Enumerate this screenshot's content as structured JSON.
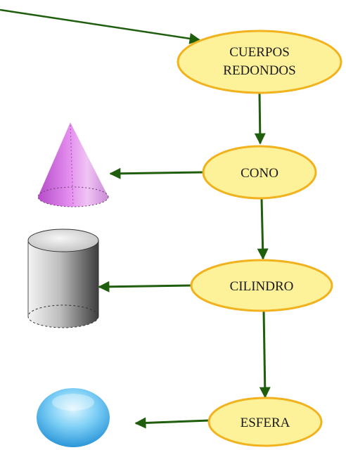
{
  "diagram": {
    "nodes": {
      "cuerpos_redondos": {
        "line1": "CUERPOS",
        "line2": "REDONDOS"
      },
      "cono": {
        "label": "CONO"
      },
      "cilindro": {
        "label": "CILINDRO"
      },
      "esfera": {
        "label": "ESFERA"
      }
    },
    "colors": {
      "node_fill": "#fdf29a",
      "node_stroke": "#f2b21e",
      "arrow": "#1e5e0c",
      "cone_light": "#f0c4f4",
      "cone_dark": "#b44cc8",
      "cylinder_light": "#f4f4f4",
      "cylinder_dark": "#4a4a4a",
      "sphere_light": "#cdeffd",
      "sphere_dark": "#1f8ed4"
    }
  }
}
